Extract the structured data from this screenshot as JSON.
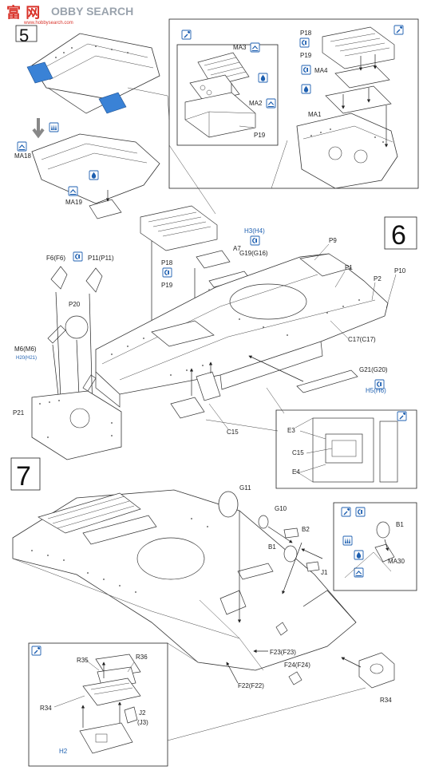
{
  "watermark": {
    "cn": "富 网",
    "en": "OBBY SEARCH",
    "url": "www.hobbysearch.com"
  },
  "steps": [
    {
      "number": "5"
    },
    {
      "number": "6"
    },
    {
      "number": "7"
    }
  ],
  "labels": {
    "ma18": "MA18",
    "ma19": "MA19",
    "ma3": "MA3",
    "ma2": "MA2",
    "p19_inset": "P19",
    "p18_inset": "P18",
    "p19_inset2": "P19",
    "ma4": "MA4",
    "ma1": "MA1",
    "p18": "P18",
    "p19": "P19",
    "h3h4": "H3(H4)",
    "g19g16": "G19(G16)",
    "a7": "A7",
    "p9": "P9",
    "p1": "P1",
    "p2": "P2",
    "p10": "P10",
    "f6f6": "F6(F6)",
    "p11p11": "P11(P11)",
    "p20": "P20",
    "m6m6": "M6(M6)",
    "m6sub": "H20(H21)",
    "p21": "P21",
    "c15": "C15",
    "c17c17": "C17(C17)",
    "g21g20": "G21(G20)",
    "h5h6": "H5(H6)",
    "e3": "E3",
    "c15_inset": "C15",
    "e4": "E4",
    "g11": "G11",
    "g10": "G10",
    "b2": "B2",
    "b1": "B1",
    "j1": "J1",
    "b1_inset": "B1",
    "ma30": "MA30",
    "f23f23": "F23(F23)",
    "f24f24": "F24(F24)",
    "f22f22": "F22(F22)",
    "r34": "R34",
    "r35": "R35",
    "r36": "R36",
    "r34_inset": "R34",
    "j2j3": "J2",
    "j3": "(J3)",
    "h2": "H2"
  },
  "icons": {
    "cement": "cement-icon",
    "flip": "flip-icon",
    "drill": "drill-icon",
    "photo_etch": "photo-etch-icon",
    "bend": "bend-icon",
    "glue_drop": "glue-drop-icon"
  },
  "colors": {
    "accent": "#1d5fb0",
    "highlight": "#3a82d6",
    "watermark_red": "#d9342b"
  }
}
